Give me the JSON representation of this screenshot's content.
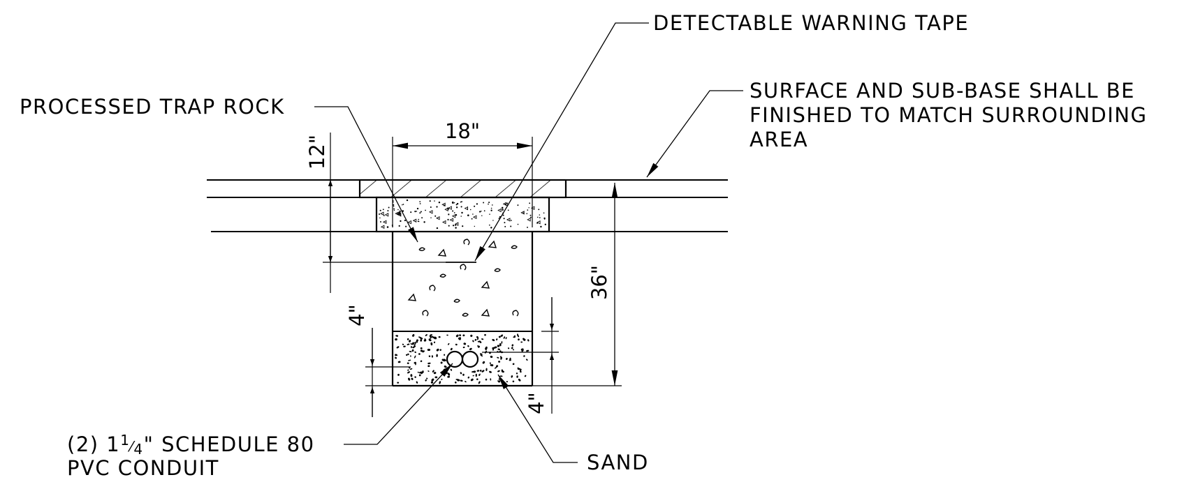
{
  "labels": {
    "detectable_warning_tape": "DETECTABLE WARNING TAPE",
    "surface_line1": "SURFACE AND SUB-BASE SHALL BE",
    "surface_line2": "FINISHED TO MATCH SURROUNDING",
    "surface_line3": "AREA",
    "processed_trap_rock": "PROCESSED TRAP ROCK",
    "conduit_prefix": "(2) 1",
    "conduit_num": "1",
    "conduit_den": "4",
    "conduit_suffix": "\" SCHEDULE 80",
    "conduit_line2": "PVC CONDUIT",
    "sand": "SAND"
  },
  "dimensions": {
    "width_18": "18\"",
    "depth_12": "12\"",
    "depth_36": "36\"",
    "sand_4_upper": "4\"",
    "sand_4_lower": "4\""
  }
}
